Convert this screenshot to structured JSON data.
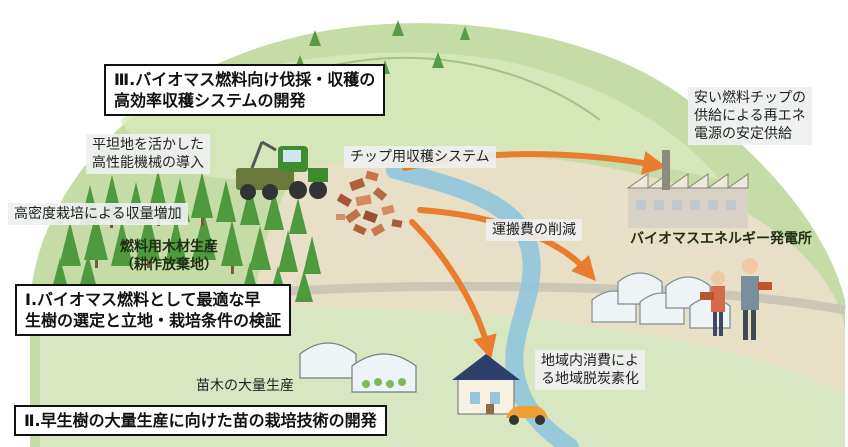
{
  "labels": {
    "section3_line1": "Ⅲ.バイオマス燃料向け伐採・収穫の",
    "section3_line2": "高効率収穫システムの開発",
    "flat_land_line1": "平坦地を活かした",
    "flat_land_line2": "高性能機械の導入",
    "high_density": "高密度栽培による収量増加",
    "fuel_wood_line1": "燃料用木材生産",
    "fuel_wood_line2": "（耕作放棄地）",
    "section1_line1": "Ⅰ.バイオマス燃料として最適な早",
    "section1_line2": "生樹の選定と立地・栽培条件の検証",
    "seedling_production": "苗木の大量生産",
    "section2": "Ⅱ.早生樹の大量生産に向けた苗の栽培技術の開発",
    "chip_system": "チップ用収穫システム",
    "transport_cost": "運搬費の削減",
    "cheap_fuel_line1": "安い燃料チップの",
    "cheap_fuel_line2": "供給による再エネ",
    "cheap_fuel_line3": "電源の安定供給",
    "power_plant": "バイオマスエネルギー発電所",
    "local_line1": "地域内消費によ",
    "local_line2": "る地域脱炭素化"
  },
  "colors": {
    "hill_green": "#b9d59a",
    "field": "#e6dcc3",
    "river": "#8fc5dc",
    "arrow": "#ea7c2e",
    "forest": "#4f9a3e"
  }
}
